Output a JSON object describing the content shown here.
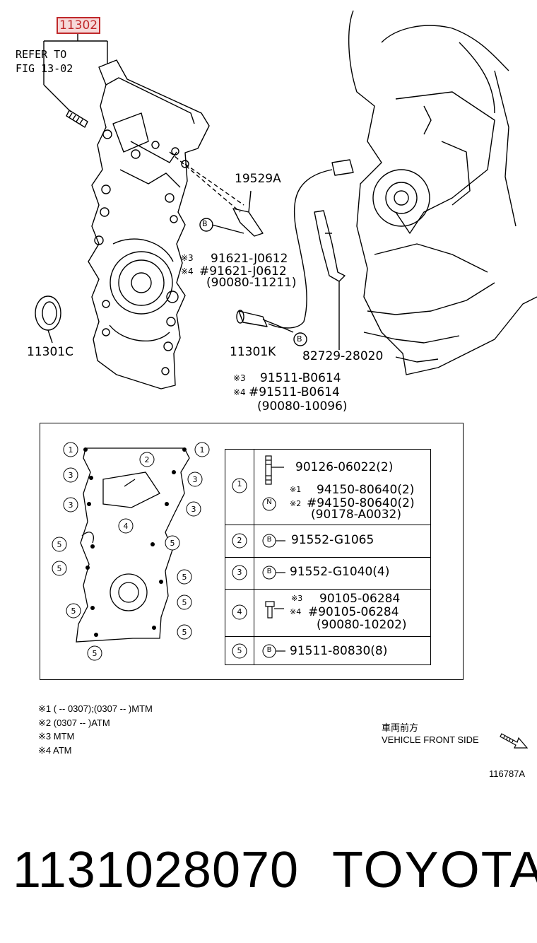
{
  "callout": {
    "main_part": "11302"
  },
  "refer": {
    "line1": "REFER TO",
    "line2": "FIG 13-02"
  },
  "labels": {
    "p19529A": "19529A",
    "p11301C": "11301C",
    "p11301K": "11301K",
    "p82729": "82729-28020",
    "bolt_a_line1_mark": "※3",
    "bolt_a_line1": "91621-J0612",
    "bolt_a_line2_mark": "※4",
    "bolt_a_line2": "#91621-J0612",
    "bolt_a_line3": "(90080-11211)",
    "bolt_b_line1_mark": "※3",
    "bolt_b_line1": "91511-B0614",
    "bolt_b_line2_mark": "※4",
    "bolt_b_line2": "#91511-B0614",
    "bolt_b_line3": "(90080-10096)",
    "circle_b": "B"
  },
  "legend_table": {
    "rows": [
      {
        "num": "1",
        "lines": [
          "90126-06022(2)",
          "94150-80640(2)",
          "#94150-80640(2)",
          "(90178-A0032)"
        ],
        "marks": [
          "※1",
          "※2"
        ],
        "badge": "N"
      },
      {
        "num": "2",
        "badge": "B",
        "lines": [
          "91552-G1065"
        ]
      },
      {
        "num": "3",
        "badge": "B",
        "lines": [
          "91552-G1040(4)"
        ]
      },
      {
        "num": "4",
        "lines": [
          "90105-06284",
          "#90105-06284",
          "(90080-10202)"
        ],
        "marks": [
          "※3",
          "※4"
        ]
      },
      {
        "num": "5",
        "badge": "B",
        "lines": [
          "91511-80830(8)"
        ]
      }
    ]
  },
  "diagram_numbers": [
    "1",
    "1",
    "2",
    "3",
    "3",
    "3",
    "3",
    "4",
    "5",
    "5",
    "5",
    "5",
    "5",
    "5",
    "5"
  ],
  "notes": [
    "※1 (         -- 0307);(0307 --          )MTM",
    "※2 (0307 --          )ATM",
    "※3 MTM",
    "※4 ATM"
  ],
  "direction": {
    "jp": "車両前方",
    "en": "VEHICLE FRONT SIDE"
  },
  "figure_id": "116787A",
  "footer": {
    "part_number": "1131028070",
    "brand": "TOYOTA"
  },
  "colors": {
    "callout_red": "#c0282a",
    "callout_fill": "#f6d9d9",
    "ink": "#000000"
  }
}
